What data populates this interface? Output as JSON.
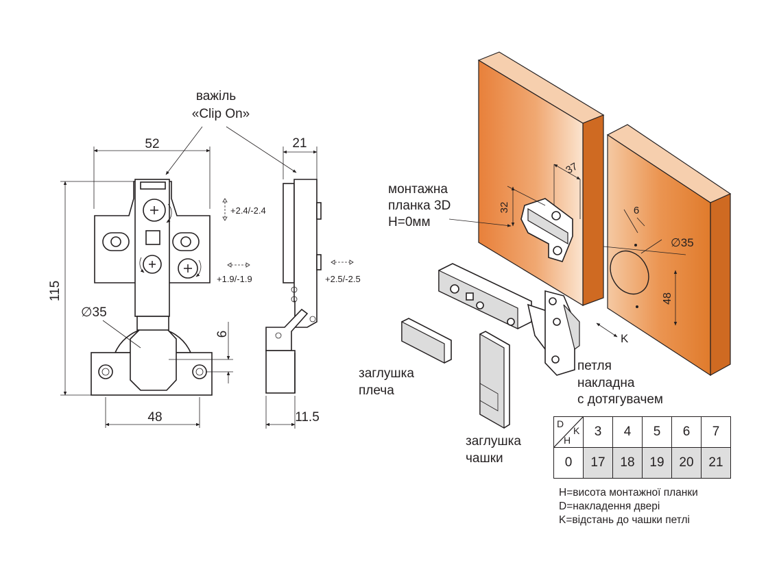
{
  "left_drawing": {
    "lever_label_line1": "важіль",
    "lever_label_line2": "«Clip On»",
    "dim_width_top": "52",
    "dim_depth_side": "21",
    "dim_height": "115",
    "dim_cup_diameter": "∅35",
    "dim_cup_offset": "6",
    "dim_hole_distance": "48",
    "dim_side_bottom": "11.5",
    "adj_vertical": "+2.4/-2.4",
    "adj_lateral": "+1.9/-1.9",
    "adj_depth": "+2.5/-2.5"
  },
  "right_drawing": {
    "plate_label_line1": "монтажна",
    "plate_label_line2": "планка 3D",
    "plate_label_line3": "H=0мм",
    "dim_37": "37",
    "dim_32": "32",
    "dim_6": "6",
    "dim_35": "∅35",
    "dim_48": "48",
    "dim_K": "K",
    "shoulder_cap_line1": "заглушка",
    "shoulder_cap_line2": "плеча",
    "cup_cap_line1": "заглушка",
    "cup_cap_line2": "чашки",
    "hinge_label_line1": "петля",
    "hinge_label_line2": "накладна",
    "hinge_label_line3": "с дотягувачем"
  },
  "table": {
    "corner_d": "D",
    "corner_k": "K",
    "corner_h": "H",
    "k_values": [
      "3",
      "4",
      "5",
      "6",
      "7"
    ],
    "h_value": "0",
    "d_values": [
      "17",
      "18",
      "19",
      "20",
      "21"
    ]
  },
  "legend": {
    "line1": "H=висота монтажної планки",
    "line2": "D=накладення двері",
    "line3": "K=відстань до чашки петлі"
  },
  "colors": {
    "wood_face": "#e07b2c",
    "wood_light": "#f4c49a",
    "table_shade": "#dedede"
  }
}
